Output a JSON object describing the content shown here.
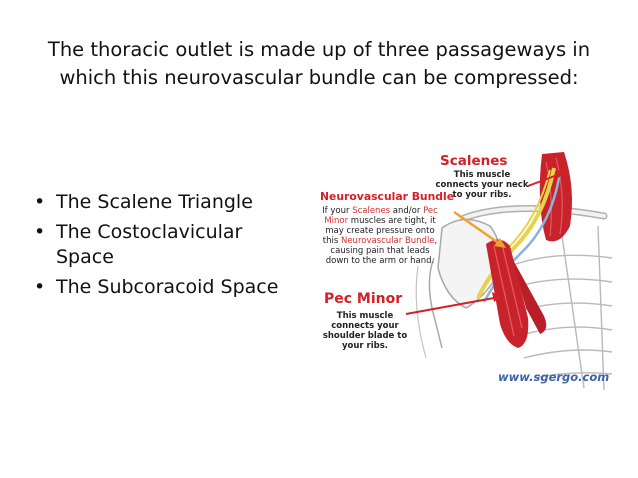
{
  "slide": {
    "title": "The thoracic outlet is made up of three passageways in which this neurovascular bundle can be compressed:",
    "bullets": [
      "The Scalene Triangle",
      "The Costoclavicular Space",
      "The Subcoracoid Space"
    ]
  },
  "figure": {
    "scalenes": {
      "title": "Scalenes",
      "text": "This muscle connects your neck to your ribs."
    },
    "neurovascular": {
      "title": "Neurovascular Bundle",
      "text_1": "If your ",
      "text_2": "Scalenes",
      "text_3": " and/or ",
      "text_4": "Pec Minor",
      "text_5": " muscles are tight, it may create pressure onto this ",
      "text_6": "Neurovascular Bundle",
      "text_7": ", causing pain that leads down to the arm or hand."
    },
    "pec_minor": {
      "title": "Pec Minor",
      "text": "This muscle connects your shoulder blade to your ribs."
    },
    "watermark": "www.sgergo.com",
    "colors": {
      "accent_red": "#d42027",
      "muscle_red": "#c8232c",
      "nerve_yellow": "#e8d24a",
      "arrow_orange": "#f0a030",
      "watermark_blue": "#3a63a8"
    }
  }
}
